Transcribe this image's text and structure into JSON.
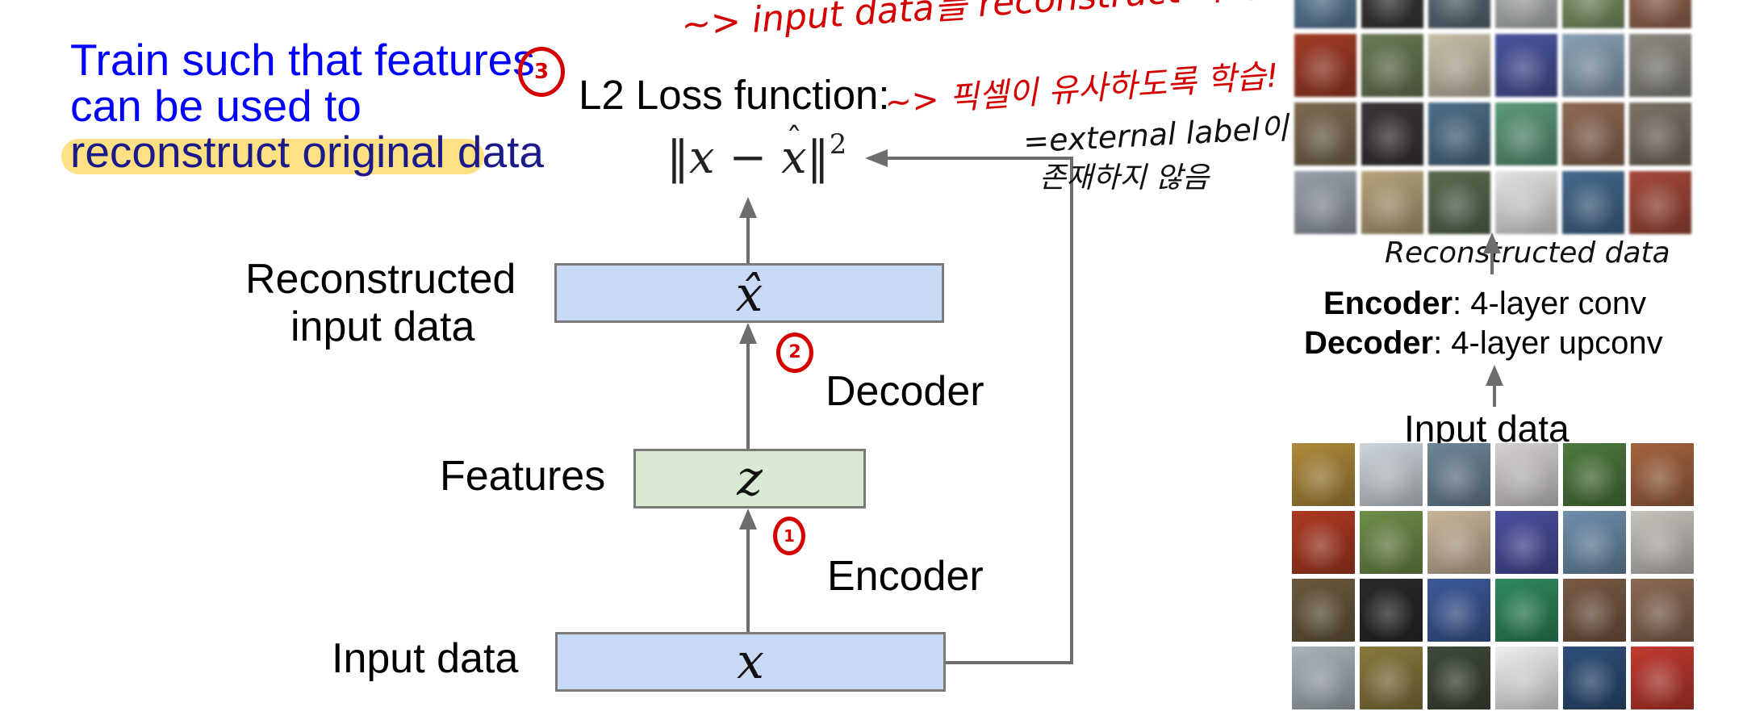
{
  "statement": {
    "line1": "Train such that features",
    "line2": "can be used to",
    "line3": "reconstruct original data",
    "text_color": "#0000ff",
    "highlight_color": "#ffe083"
  },
  "diagram": {
    "loss_title": "L2 Loss function:",
    "formula": {
      "open_norm": "‖",
      "x": "x",
      "minus": " − ",
      "xhat": "x",
      "close_norm": "‖",
      "power": "2"
    },
    "labels": {
      "reconstructed_line1": "Reconstructed",
      "reconstructed_line2": "input data",
      "features": "Features",
      "input": "Input data",
      "decoder": "Decoder",
      "encoder": "Encoder"
    },
    "boxes": {
      "reconstructed": {
        "symbol": "x̂",
        "fill": "#c9daf8"
      },
      "features": {
        "symbol": "z",
        "fill": "#d9ead3"
      },
      "input": {
        "symbol": "x",
        "fill": "#c9daf8"
      }
    },
    "step_markers": [
      "1",
      "2",
      "3"
    ]
  },
  "annotations": {
    "top_note": "~> input data를 reconstruct 하기 위해",
    "loss_note": "~> 픽셀이 유사하도록 학습!",
    "label_note_line1": "=external label이",
    "label_note_line2": "존재하지 않음",
    "recon_note": "Reconstructed data",
    "ink_red": "#d40000"
  },
  "side": {
    "encoder_bold": "Encoder",
    "encoder_rest": ": 4-layer conv",
    "decoder_bold": "Decoder",
    "decoder_rest": ": 4-layer upconv",
    "input_label": "Input data",
    "reconstructed_tiles": [
      [
        "#5d7f9e",
        "#3a3a3a",
        "#5a6f7c",
        "#b9bcbd",
        "#7f9a6a",
        "#9b6a55"
      ],
      [
        "#a33c26",
        "#6b7a55",
        "#c8c0a8",
        "#4a55a0",
        "#8aa2b6",
        "#8d8a82"
      ],
      [
        "#7d6b52",
        "#3a3538",
        "#4f6f88",
        "#5d9a7c",
        "#8f6a55",
        "#7d7265"
      ],
      [
        "#9aa1ad",
        "#b6a47a",
        "#5a6a4f",
        "#e4e6e6",
        "#45698e",
        "#a5493a"
      ]
    ],
    "input_tiles": [
      [
        "#b08a3a",
        "#cfd6dc",
        "#6f8699",
        "#d6d2d6",
        "#4e7a3e",
        "#a5653f"
      ],
      [
        "#b03a22",
        "#6f8f4a",
        "#c9b59a",
        "#4a4fa0",
        "#6f8fae",
        "#c7c3bd"
      ],
      [
        "#6b5a3f",
        "#2a2a2a",
        "#3d5a9a",
        "#2f8a5c",
        "#7a5a46",
        "#8b6a55"
      ],
      [
        "#aab3bd",
        "#8a7a3f",
        "#3f4a3a",
        "#eef1ee",
        "#2e4f7a",
        "#c23a2f"
      ]
    ]
  }
}
